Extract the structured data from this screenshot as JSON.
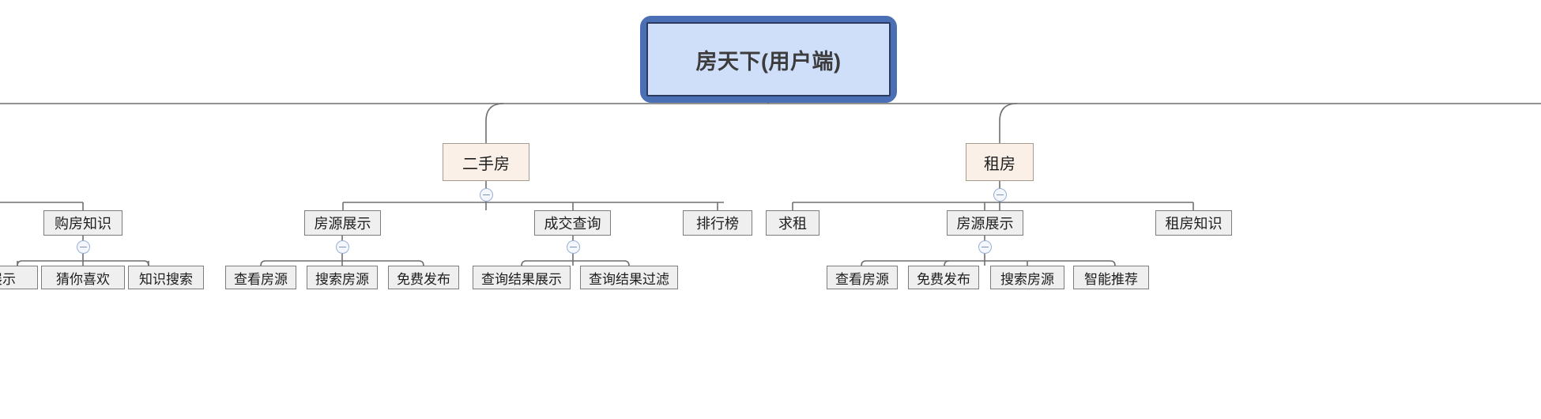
{
  "diagram": {
    "type": "mindmap-tree",
    "title": "房天下(用户端)",
    "root": {
      "label": "房天下(用户端)",
      "fill": "#cfdffa",
      "inner_border": "#2a3b5e",
      "outer_border": "#4a6fb4"
    },
    "branches": [
      {
        "label": "二手房",
        "fill": "#fbf0e7",
        "border": "#a79c90",
        "collapsed": false,
        "children": [
          {
            "label": "房源展示",
            "collapsed": false,
            "children": [
              {
                "label": "查看房源"
              },
              {
                "label": "搜索房源"
              },
              {
                "label": "免费发布"
              }
            ]
          },
          {
            "label": "成交查询",
            "collapsed": false,
            "children": [
              {
                "label": "查询结果展示"
              },
              {
                "label": "查询结果过滤"
              }
            ]
          },
          {
            "label": "排行榜",
            "children": []
          }
        ]
      },
      {
        "label": "租房",
        "fill": "#fbf0e7",
        "border": "#a79c90",
        "collapsed": false,
        "children": [
          {
            "label": "求租",
            "children": []
          },
          {
            "label": "房源展示",
            "collapsed": false,
            "children": [
              {
                "label": "查看房源"
              },
              {
                "label": "免费发布"
              },
              {
                "label": "搜索房源"
              },
              {
                "label": "智能推荐"
              }
            ]
          },
          {
            "label": "租房知识",
            "children": []
          }
        ]
      }
    ],
    "offscreen_left": {
      "note": "partially visible at left edge",
      "parent": {
        "label": "购房知识",
        "collapsed": false
      },
      "children": [
        {
          "label": "展示",
          "truncated": true
        },
        {
          "label": "猜你喜欢"
        },
        {
          "label": "知识搜索"
        }
      ]
    },
    "colors": {
      "connector": "#6f6f6f",
      "node_fill_gray": "#efefef",
      "node_border_gray": "#7d7d7d",
      "toggle_border": "#9aafd4",
      "toggle_fill": "#f4f7fd",
      "text": "#1d1d1d",
      "canvas": "#ffffff"
    }
  },
  "nodes": {
    "root": "房天下(用户端)",
    "ershoufang": "二手房",
    "zufang": "租房",
    "goufangzhishi": "购房知识",
    "fangyuanzhanshi_l": "房源展示",
    "chengjiaochaxun": "成交查询",
    "paihangbang": "排行榜",
    "qiuzu": "求租",
    "fangyuanzhanshi_r": "房源展示",
    "zufangzhishi": "租房知识",
    "zhanshi": "展示",
    "cainixihuan": "猜你喜欢",
    "zhishisousuo": "知识搜索",
    "chakanfangyuan_l": "查看房源",
    "sousuofangyuan_l": "搜索房源",
    "mianfeifabu_l": "免费发布",
    "chaxunjieguozhanshi": "查询结果展示",
    "chaxunjieguoguolv": "查询结果过滤",
    "chakanfangyuan_r": "查看房源",
    "mianfeifabu_r": "免费发布",
    "sousuofangyuan_r": "搜索房源",
    "zhinengtuijian": "智能推荐"
  }
}
